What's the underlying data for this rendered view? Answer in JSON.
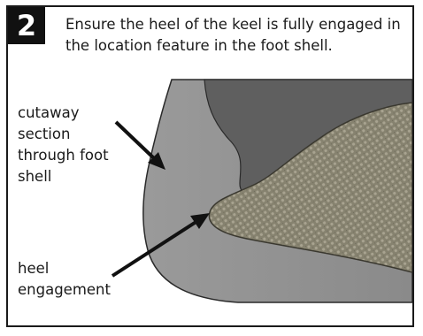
{
  "step": {
    "number": "2",
    "instruction": "Ensure the heel of the keel is fully engaged in the location feature in the foot shell."
  },
  "callouts": {
    "cutaway": "cutaway section through foot shell",
    "heel": "heel engagement"
  },
  "colors": {
    "border": "#1a1a1a",
    "badge": "#111111",
    "shell": "#8e8e8e",
    "cavity": "#5f5f5f",
    "keel": "#7a766b"
  }
}
